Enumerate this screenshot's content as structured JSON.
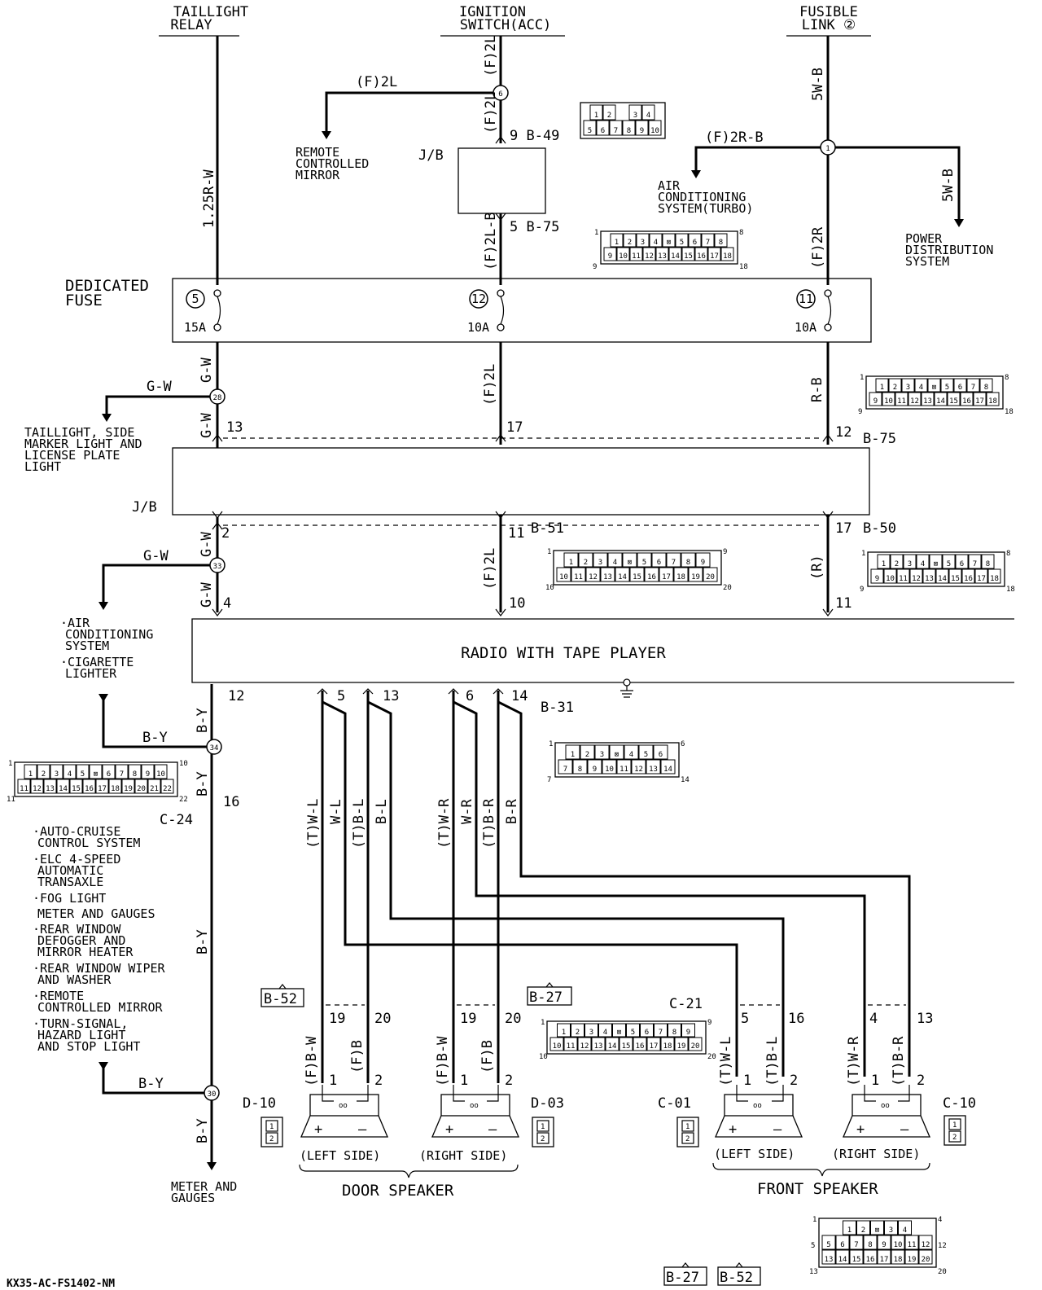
{
  "sources": {
    "taillight_relay": [
      "TAILLIGHT",
      "RELAY"
    ],
    "ignition_switch": [
      "IGNITION",
      "SWITCH(ACC)"
    ],
    "fusible_link": [
      "FUSIBLE",
      "LINK ②"
    ]
  },
  "top_wires": {
    "taillight": "1.25R-W",
    "ign_upper": "(F)2L",
    "ign_branch": "(F)2L",
    "ign_mid": "(F)2L",
    "ign_lower": "(F)2L-B",
    "fl_upper": "5W-B",
    "fl_branch": "(F)2R-B",
    "fl_right": "5W-B",
    "fl_lower": "(F)2R"
  },
  "destinations": {
    "remote_mirror": [
      "REMOTE",
      "CONTROLLED",
      "MIRROR"
    ],
    "air_cond_turbo": [
      "AIR",
      "CONDITIONING",
      "SYSTEM(TURBO)"
    ],
    "power_distribution": [
      "POWER",
      "DISTRIBUTION",
      "SYSTEM"
    ],
    "taillight_side": [
      "TAILLIGHT, SIDE",
      "MARKER LIGHT AND",
      "LICENSE PLATE",
      "LIGHT"
    ],
    "air_cig": [
      "·AIR",
      "CONDITIONING",
      "SYSTEM",
      "·CIGARETTE",
      "LIGHTER"
    ],
    "meter_gauges": [
      "METER AND",
      "GAUGES"
    ],
    "cruise_list": [
      "·AUTO-CRUISE",
      "CONTROL SYSTEM",
      "·ELC 4-SPEED",
      "AUTOMATIC",
      "TRANSAXLE",
      "·FOG LIGHT",
      "METER AND GAUGES",
      "·REAR WINDOW",
      "DEFOGGER AND",
      "MIRROR HEATER",
      "·REAR WINDOW WIPER",
      "AND WASHER",
      "·REMOTE",
      "CONTROLLED MIRROR",
      "·TURN-SIGNAL,",
      "HAZARD LIGHT",
      "AND STOP LIGHT"
    ]
  },
  "junctions": {
    "ign": "6",
    "fl": "1",
    "gw1": "28",
    "gw2": "33",
    "by1": "34",
    "by2": "30"
  },
  "jb_labels": {
    "top_jb": "J/B",
    "lower_jb": "J/B",
    "b49": "9 B-49",
    "b75_top": "5 B-75",
    "b75": "B-75",
    "b51": "B-51",
    "b50": "B-50",
    "b31": "B-31",
    "c24": "C-24",
    "c21": "C-21"
  },
  "dedicated_fuse": {
    "title": [
      "DEDICATED",
      "FUSE"
    ],
    "fuses": [
      {
        "num": "5",
        "rating": "15A"
      },
      {
        "num": "12",
        "rating": "10A"
      },
      {
        "num": "11",
        "rating": "10A"
      }
    ]
  },
  "mid_wires": {
    "gw_a": "G-W",
    "gw_branch1": "G-W",
    "gw_b": "G-W",
    "gw_c": "G-W",
    "gw_branch2": "G-W",
    "gw_d": "G-W",
    "ign_fuse_out": "(F)2L",
    "ign_lower": "(F)2L",
    "rb": "R-B",
    "r": "(R)",
    "by_a": "B-Y",
    "by_branch1": "B-Y",
    "by_b": "B-Y",
    "by_c": "B-Y",
    "by_branch2": "B-Y",
    "by_d": "B-Y"
  },
  "pins": {
    "p13": "13",
    "p17": "17",
    "p12": "12",
    "p2": "2",
    "p11": "11",
    "p17b": "17",
    "p4": "4",
    "p10": "10",
    "p11b": "11",
    "radio_12": "12",
    "c24_16": "16",
    "r5": "5",
    "r13": "13",
    "r6": "6",
    "r14": "14",
    "d19a": "19",
    "d20a": "20",
    "d19b": "19",
    "d20b": "20",
    "c5": "5",
    "c16": "16",
    "c4": "4",
    "c13": "13"
  },
  "radio": {
    "label": "RADIO WITH TAPE PLAYER"
  },
  "speaker_wires": {
    "tw_l": "(T)W-L",
    "w_l": "W-L",
    "tb_l": "(T)B-L",
    "b_l": "B-L",
    "tw_r": "(T)W-R",
    "w_r": "W-R",
    "tb_r": "(T)B-R",
    "b_r": "B-R",
    "fbw1": "(F)B-W",
    "fb1": "(F)B",
    "fbw2": "(F)B-W",
    "fb2": "(F)B",
    "ctwl": "(T)W-L",
    "ctbl": "(T)B-L",
    "ctwr": "(T)W-R",
    "ctbr": "(T)B-R"
  },
  "speakers": [
    {
      "id": "D-10",
      "side": "(LEFT SIDE)"
    },
    {
      "id": "D-03",
      "side": "(RIGHT SIDE)"
    },
    {
      "id": "C-01",
      "side": "(LEFT SIDE)"
    },
    {
      "id": "C-10",
      "side": "(RIGHT SIDE)"
    }
  ],
  "speaker_terminals": {
    "plus": "+",
    "minus": "—",
    "t1": "1",
    "t2": "2"
  },
  "groups": {
    "door": "DOOR SPEAKER",
    "front": "FRONT SPEAKER"
  },
  "connector_tags": {
    "b52": "B-52",
    "b27": "B-27",
    "b27b": "B-27",
    "b52b": "B-52"
  },
  "connectors": {
    "c10": {
      "rows": [
        [
          "1",
          "2",
          "",
          "3",
          "4"
        ],
        [
          "5",
          "6",
          "7",
          "8",
          "9",
          "10"
        ]
      ]
    },
    "c18": {
      "rows": [
        [
          "1",
          "2",
          "3",
          "4",
          "⊠",
          "5",
          "6",
          "7",
          "8"
        ],
        [
          "9",
          "10",
          "11",
          "12",
          "13",
          "14",
          "15",
          "16",
          "17",
          "18"
        ]
      ],
      "corner": [
        "1",
        "8",
        "9",
        "18"
      ]
    },
    "c20": {
      "rows": [
        [
          "1",
          "2",
          "3",
          "4",
          "⊠",
          "5",
          "6",
          "7",
          "8",
          "9"
        ],
        [
          "10",
          "11",
          "12",
          "13",
          "14",
          "15",
          "16",
          "17",
          "18",
          "19",
          "20"
        ]
      ],
      "corner": [
        "1",
        "9",
        "10",
        "20"
      ]
    },
    "c14": {
      "rows": [
        [
          "1",
          "2",
          "3",
          "⊠",
          "4",
          "5",
          "6"
        ],
        [
          "7",
          "8",
          "9",
          "10",
          "11",
          "12",
          "13",
          "14"
        ]
      ],
      "corner": [
        "1",
        "6",
        "7",
        "14"
      ]
    },
    "c22": {
      "rows": [
        [
          "1",
          "2",
          "3",
          "4",
          "5",
          "⊠",
          "6",
          "7",
          "8",
          "9",
          "10"
        ],
        [
          "11",
          "12",
          "13",
          "14",
          "15",
          "16",
          "17",
          "18",
          "19",
          "20",
          "21",
          "22"
        ]
      ],
      "corner": [
        "1",
        "10",
        "11",
        "22"
      ]
    },
    "c_bottom": {
      "rows": [
        [
          "1",
          "2",
          "⊠",
          "3",
          "4"
        ],
        [
          "5",
          "6",
          "7",
          "8",
          "9",
          "10",
          "11",
          "12"
        ],
        [
          "13",
          "14",
          "15",
          "16",
          "17",
          "18",
          "19",
          "20"
        ]
      ],
      "corner": [
        "1",
        "4",
        "5",
        "12",
        "13",
        "20"
      ]
    },
    "c2": [
      "1",
      "2"
    ]
  },
  "footer_code": "KX35-AC-FS1402-NM"
}
